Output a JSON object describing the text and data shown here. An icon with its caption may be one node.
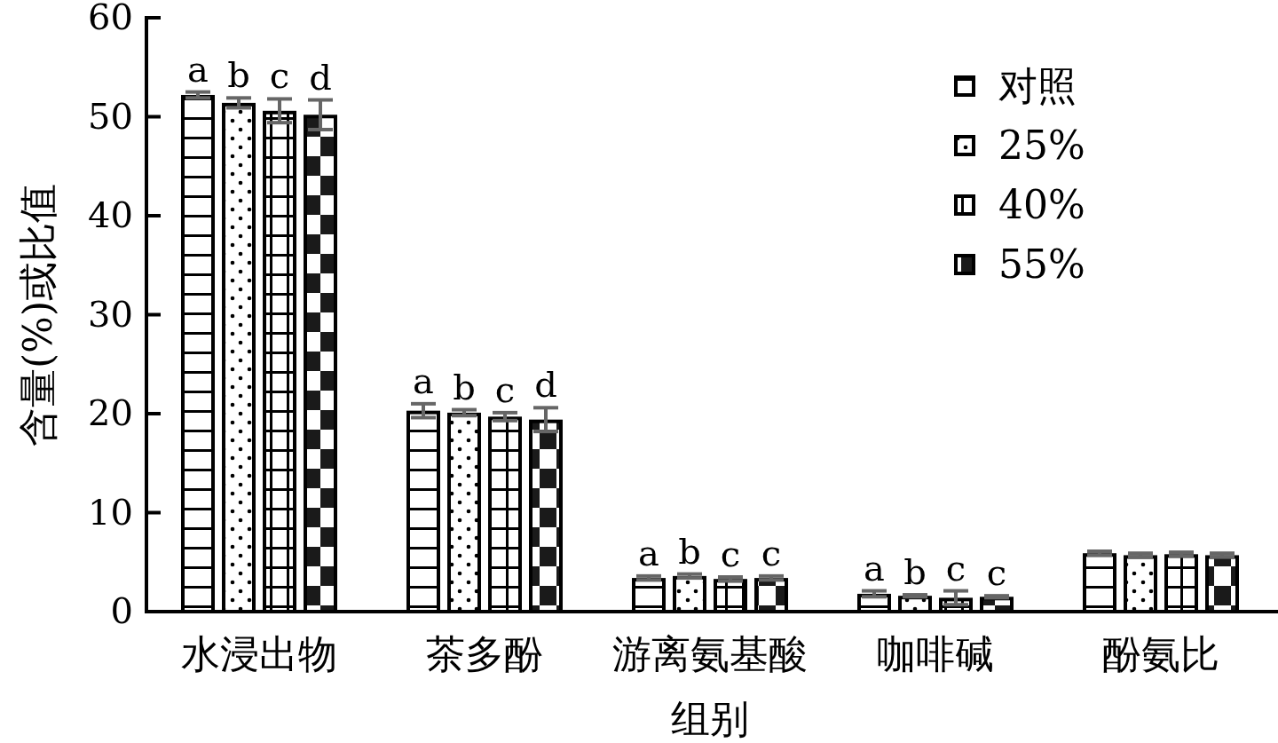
{
  "diagram": {
    "chart_data": {
      "type": "bar",
      "xlabel": "组别",
      "ylabel": "含量(%)或比值",
      "categories": [
        "水浸出物",
        "茶多酚",
        "游离氨基酸",
        "咖啡碱",
        "酚氨比"
      ],
      "series": [
        {
          "name": "对照",
          "values": [
            52.2,
            20.3,
            3.4,
            1.8,
            5.9
          ],
          "errors": [
            0.3,
            0.7,
            0.2,
            0.3,
            0.2
          ]
        },
        {
          "name": "25%",
          "values": [
            51.4,
            20.1,
            3.6,
            1.6,
            5.7
          ],
          "errors": [
            0.5,
            0.3,
            0.2,
            0.1,
            0.2
          ]
        },
        {
          "name": "40%",
          "values": [
            50.6,
            19.7,
            3.3,
            1.4,
            5.8
          ],
          "errors": [
            1.2,
            0.4,
            0.2,
            0.7,
            0.2
          ]
        },
        {
          "name": "55%",
          "values": [
            50.2,
            19.4,
            3.4,
            1.5,
            5.7
          ],
          "errors": [
            1.5,
            1.2,
            0.2,
            0.1,
            0.2
          ]
        }
      ],
      "ylim": [
        0,
        60
      ],
      "yticks": [
        0,
        10,
        20,
        30,
        40,
        50,
        60
      ],
      "legend": true,
      "annotations": [
        "a",
        "b",
        "c",
        "d",
        "a",
        "b",
        "c",
        "d",
        "a",
        "b",
        "c",
        "c",
        "a",
        "b",
        "c",
        "c"
      ]
    }
  }
}
